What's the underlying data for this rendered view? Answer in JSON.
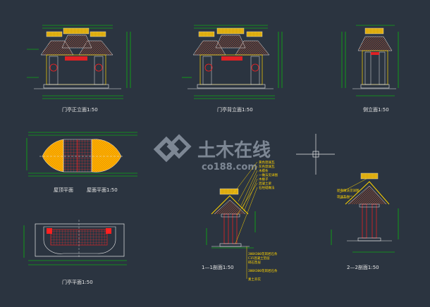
{
  "labels": {
    "front_elevation": "门亭正立面1:50",
    "back_elevation": "门亭背立面1:50",
    "side_elevation": "侧立面1:50",
    "roof_plan_left": "屋顶平面",
    "roof_plan_right": "屋面平面1:50",
    "floor_plan": "门亭平面1:50",
    "section_1": "1—1剖面1:50",
    "section_2": "2—2剖面1:50"
  },
  "watermark": {
    "brand_cn": "土木在线",
    "brand_url": "co188.com"
  },
  "section1_callouts": [
    "黄色琉璃瓦",
    "灰色琉璃瓦",
    "木檩条",
    "一做法见详图",
    "木椽子",
    "混凝土梁",
    "石柱础做法"
  ],
  "section1_bottom_callouts": [
    "300X300花岗岩石条",
    "C15混凝土垫层",
    "碎石垫层",
    "300X300花岗岩石条",
    "素土夯实"
  ],
  "section2_callouts": [
    "屋脊做法见详图",
    "琉璃瓦当"
  ],
  "colors": {
    "background": "#2b3440",
    "dimension_green": "#00e000",
    "tile_yellow": "#ffd400",
    "accent_red": "#ff2020",
    "outline_white": "#e8e8e8",
    "watermark_gray": "#7d8794"
  }
}
